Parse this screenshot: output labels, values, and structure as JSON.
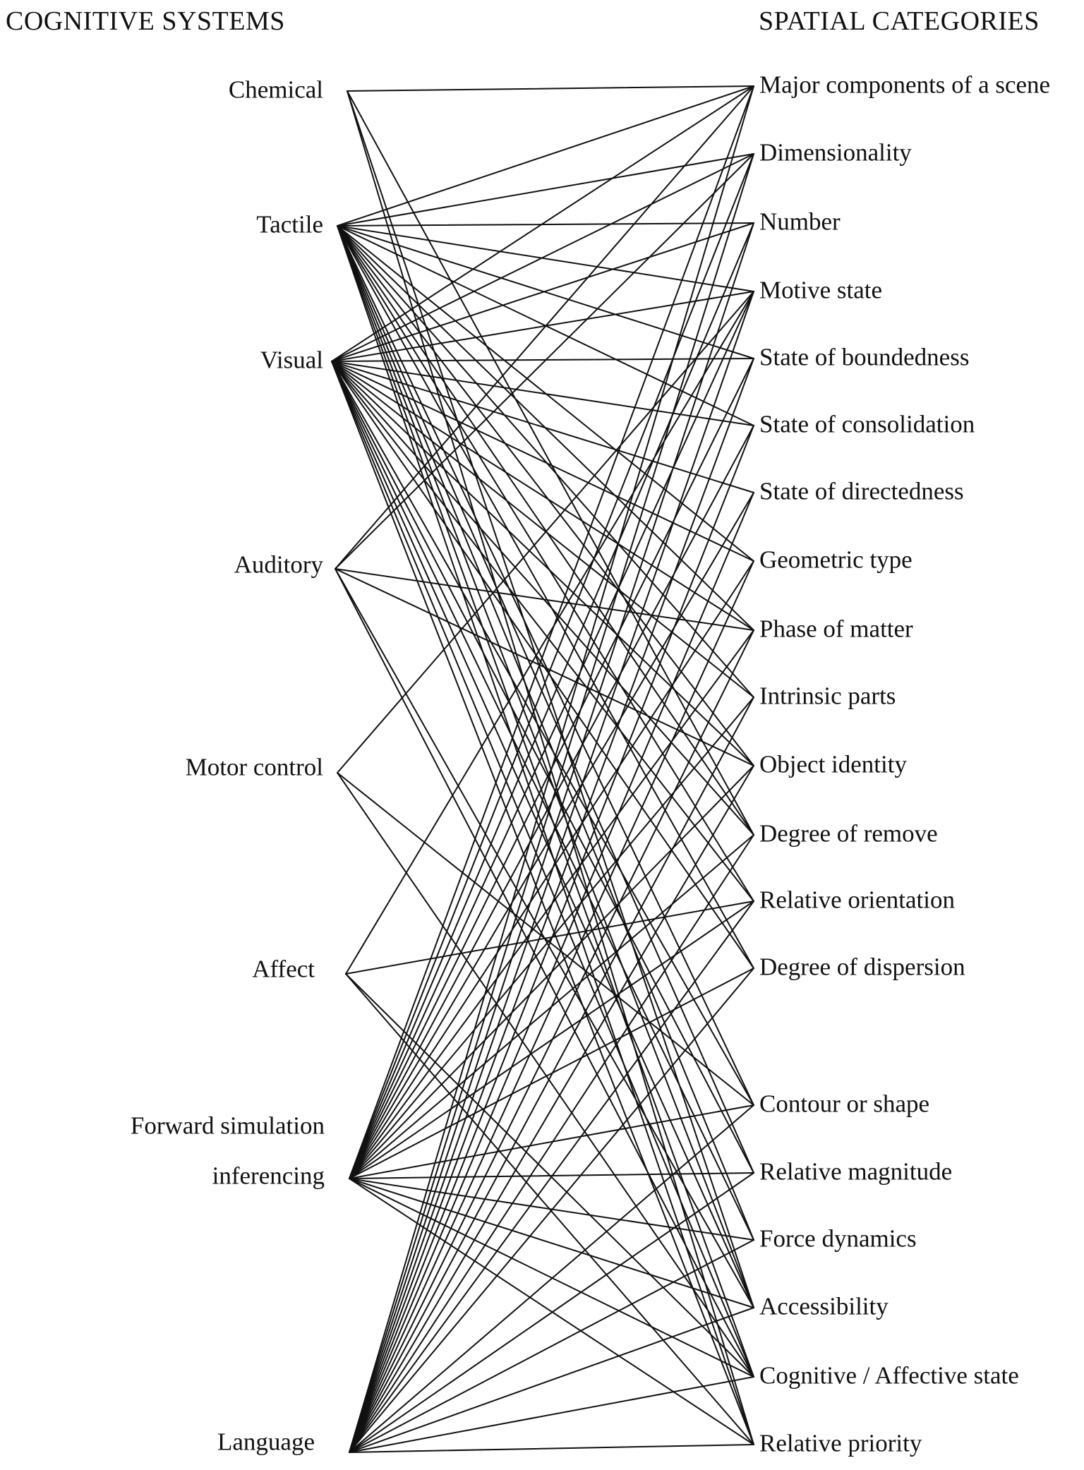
{
  "diagram": {
    "left_title": "COGNITIVE SYSTEMS",
    "right_title": "SPATIAL CATEGORIES",
    "cognitive_systems": [
      {
        "id": "chemical",
        "label_lines": [
          "Chemical"
        ]
      },
      {
        "id": "tactile",
        "label_lines": [
          "Tactile"
        ]
      },
      {
        "id": "visual",
        "label_lines": [
          "Visual"
        ]
      },
      {
        "id": "auditory",
        "label_lines": [
          "Auditory"
        ]
      },
      {
        "id": "motor",
        "label_lines": [
          "Motor control"
        ]
      },
      {
        "id": "affect",
        "label_lines": [
          "Affect"
        ]
      },
      {
        "id": "forward",
        "label_lines": [
          "Forward simulation",
          "inferencing"
        ]
      },
      {
        "id": "language",
        "label_lines": [
          "Language"
        ]
      }
    ],
    "spatial_categories": [
      "Major components of a scene",
      "Dimensionality",
      "Number",
      "Motive state",
      "State of boundedness",
      "State of consolidation",
      "State of directedness",
      "Geometric type",
      "Phase of matter",
      "Intrinsic parts",
      "Object identity",
      "Degree of remove",
      "Relative orientation",
      "Degree of dispersion",
      "Contour or shape",
      "Relative magnitude",
      "Force dynamics",
      "Accessibility",
      "Cognitive / Affective state",
      "Relative priority"
    ],
    "connections": {
      "chemical": [
        0,
        11,
        17,
        19
      ],
      "tactile": [
        0,
        1,
        2,
        3,
        4,
        5,
        7,
        8,
        9,
        10,
        11,
        12,
        13,
        14,
        15,
        16,
        17,
        18,
        19
      ],
      "visual": [
        0,
        1,
        2,
        3,
        4,
        5,
        6,
        7,
        8,
        9,
        10,
        11,
        12,
        13,
        14,
        15,
        16,
        17,
        18,
        19
      ],
      "auditory": [
        0,
        1,
        8,
        10,
        17,
        18
      ],
      "motor": [
        3,
        14,
        18
      ],
      "affect": [
        3,
        12,
        18,
        19
      ],
      "forward": [
        0,
        1,
        2,
        3,
        4,
        5,
        6,
        7,
        8,
        9,
        10,
        11,
        12,
        13,
        14,
        15,
        16,
        17,
        18,
        19
      ],
      "language": [
        0,
        1,
        2,
        3,
        4,
        5,
        6,
        7,
        8,
        9,
        10,
        11,
        12,
        13,
        14,
        15,
        16,
        17,
        18,
        19
      ]
    }
  }
}
